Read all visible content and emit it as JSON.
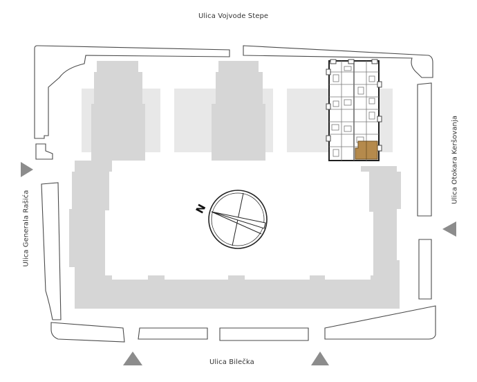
{
  "streets": {
    "top": "Ulica Vojvode Stepe",
    "bottom": "Ulica Bilečka",
    "left": "Ulica Generala Rašića",
    "right": "Ulica Otokara Keršovanja"
  },
  "compass": {
    "label": "N"
  },
  "colors": {
    "building": "#d6d6d6",
    "courtyard_light": "#e8e8e8",
    "outline": "#4a4a4a",
    "highlight_unit": "#b58a4c",
    "arrow": "#8c8c8c"
  }
}
